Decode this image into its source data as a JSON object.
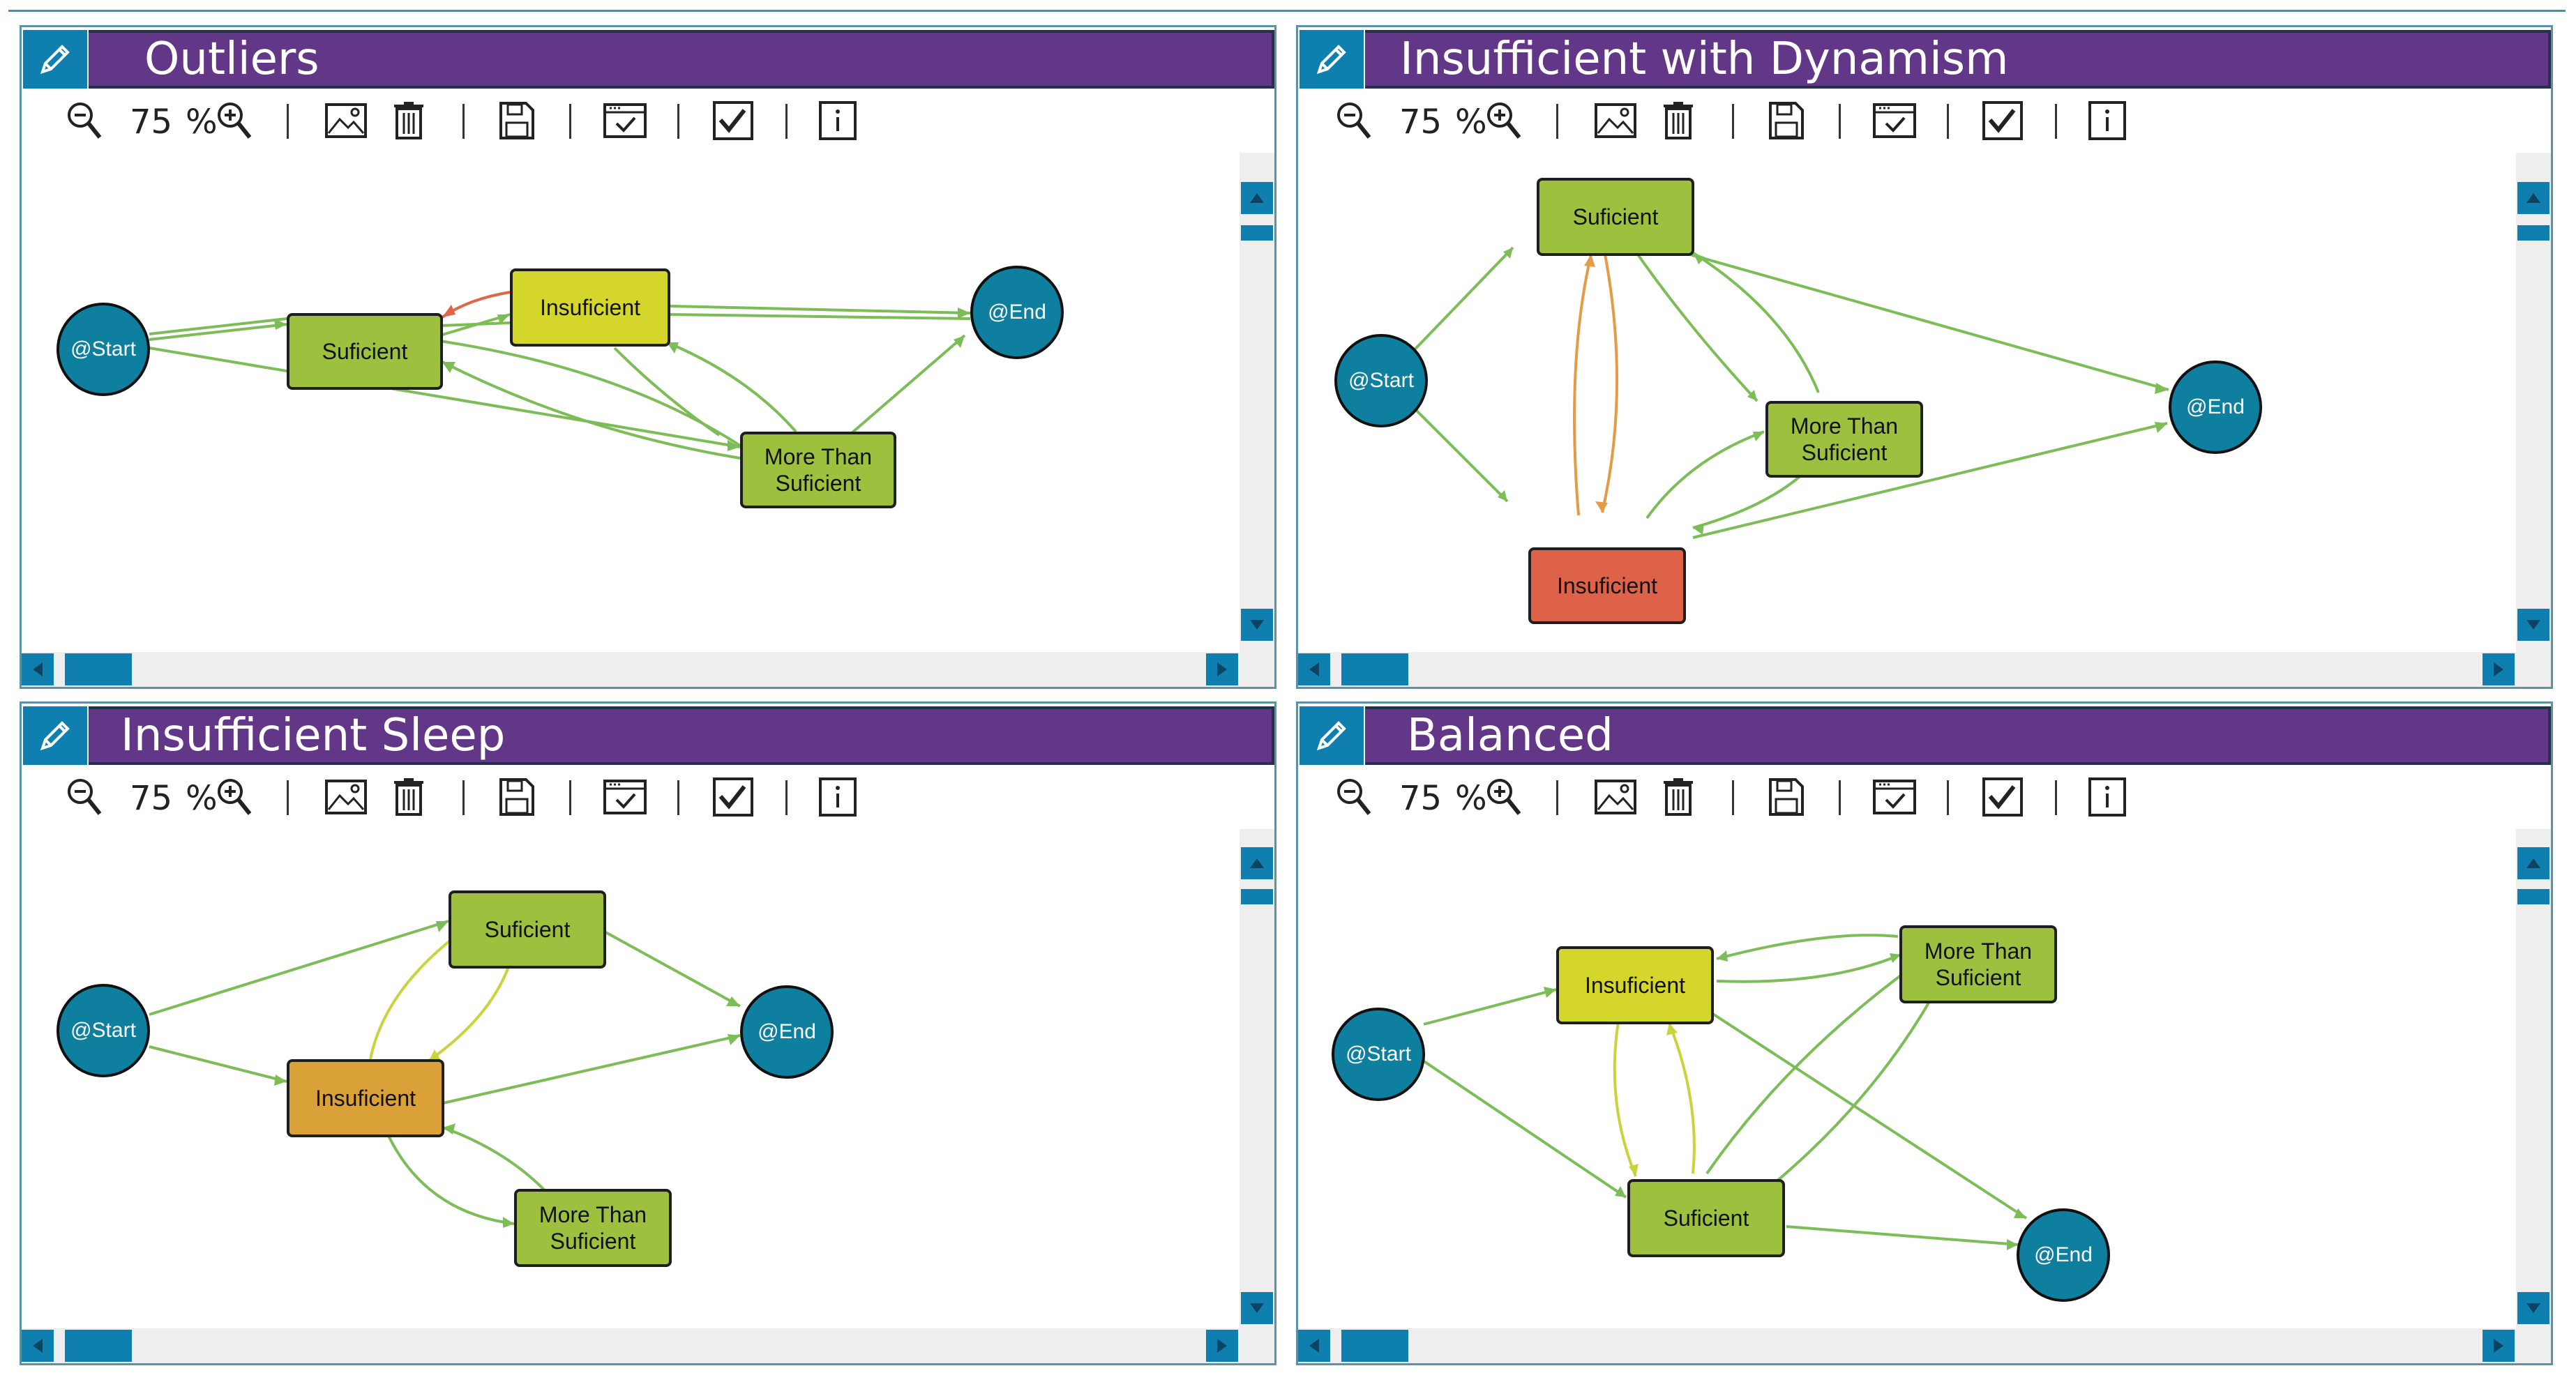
{
  "colors": {
    "title_bar": "#633787",
    "accent_blue": "#0f7fb0",
    "node_green": "#9dc13f",
    "node_yellow": "#d4d62c",
    "node_red": "#dd6248",
    "node_orange": "#d9a138",
    "terminal": "#0f7fa0",
    "edge_green": "#7dbd58",
    "edge_orange": "#e59b46",
    "edge_red": "#e0664a",
    "edge_yellow": "#c9d43c"
  },
  "toolbar": {
    "zoom_value": "75",
    "percent_label": "%",
    "icons": [
      "zoom-out-icon",
      "zoom-in-icon",
      "image-icon",
      "trash-icon",
      "save-icon",
      "calendar-check-icon",
      "checkbox-icon",
      "info-icon"
    ]
  },
  "panels": [
    {
      "title": "Outliers",
      "nodes": {
        "start": "@Start",
        "end": "@End",
        "suficient": "Suficient",
        "insuficient": "Insuficient",
        "more_than": "More Than\nSuficient"
      }
    },
    {
      "title": "Insufficient with Dynamism",
      "nodes": {
        "start": "@Start",
        "end": "@End",
        "suficient": "Suficient",
        "insuficient": "Insuficient",
        "more_than": "More Than\nSuficient"
      }
    },
    {
      "title": "Insufficient Sleep",
      "nodes": {
        "start": "@Start",
        "end": "@End",
        "suficient": "Suficient",
        "insuficient": "Insuficient",
        "more_than": "More Than\nSuficient"
      }
    },
    {
      "title": "Balanced",
      "nodes": {
        "start": "@Start",
        "end": "@End",
        "suficient": "Suficient",
        "insuficient": "Insuficient",
        "more_than": "More Than\nSuficient"
      }
    }
  ]
}
